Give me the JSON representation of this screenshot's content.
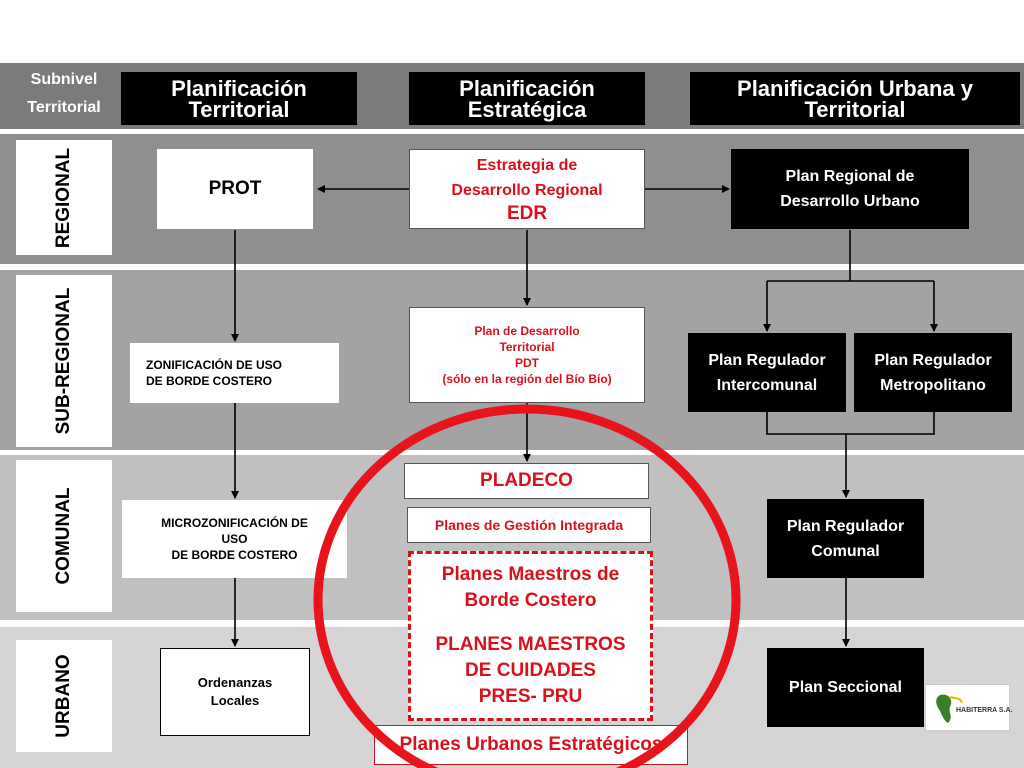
{
  "header": {
    "subnivel_line1": "Subnivel",
    "subnivel_line2": "Territorial",
    "col1": "Planificación Territorial",
    "col2": "Planificación Estratégica",
    "col3": "Planificación Urbana y Territorial"
  },
  "rows": {
    "regional": "REGIONAL",
    "subregional": "SUB-REGIONAL",
    "comunal": "COMUNAL",
    "urbano": "URBANO"
  },
  "nodes": {
    "prot": "PROT",
    "edr_line1": "Estrategia de",
    "edr_line2": "Desarrollo Regional",
    "edr_line3": "EDR",
    "prdu_line1": "Plan Regional de",
    "prdu_line2": "Desarrollo Urbano",
    "zonificacion_line1": "ZONIFICACIÓN DE USO",
    "zonificacion_line2": "DE BORDE COSTERO",
    "pdt_line1": "Plan de Desarrollo",
    "pdt_line2": "Territorial",
    "pdt_line3": "PDT",
    "pdt_line4": "(sólo en la región del Bío Bío)",
    "pri_line1": "Plan Regulador",
    "pri_line2": "Intercomunal",
    "prm_line1": "Plan Regulador",
    "prm_line2": "Metropolitano",
    "micro_line1": "MICROZONIFICACIÓN DE",
    "micro_line2": "USO",
    "micro_line3": "DE BORDE COSTERO",
    "pladeco": "PLADECO",
    "pgi": "Planes de Gestión Integrada",
    "pmbc_line1": "Planes Maestros de",
    "pmbc_line2": "Borde Costero",
    "pmc_line1": "PLANES MAESTROS",
    "pmc_line2": "DE CUIDADES",
    "pmc_line3": "PRES- PRU",
    "prc_line1": "Plan Regulador",
    "prc_line2": "Comunal",
    "ordenanzas_line1": "Ordenanzas",
    "ordenanzas_line2": "Locales",
    "pue": "Planes Urbanos Estratégicos",
    "seccional": "Plan Seccional"
  },
  "logo": {
    "name": "HABITERRA S.A.",
    "icon": "habiterra-logo-icon"
  },
  "colors": {
    "accent_red": "#d8121b",
    "header_band": "#7b7b7b",
    "regional_band": "#8f8f8f",
    "subregional_band": "#a3a3a3",
    "comunal_band": "#c0c0c0",
    "urbano_band": "#d5d5d5"
  }
}
